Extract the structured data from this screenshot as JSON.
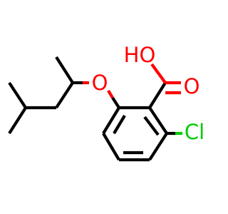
{
  "molecule": {
    "atoms": {
      "hydroxyl": {
        "label": "HO",
        "color": "#ff0000"
      },
      "carbonyl_oxygen": {
        "label": "O",
        "color": "#ff0000"
      },
      "ether_oxygen": {
        "label": "O",
        "color": "#ff0000"
      },
      "chlorine": {
        "label": "Cl",
        "color": "#00cc00"
      }
    },
    "colors": {
      "bond": "#000000",
      "oxygen": "#ff0000",
      "chlorine": "#00cc00",
      "background": "#ffffff"
    }
  }
}
